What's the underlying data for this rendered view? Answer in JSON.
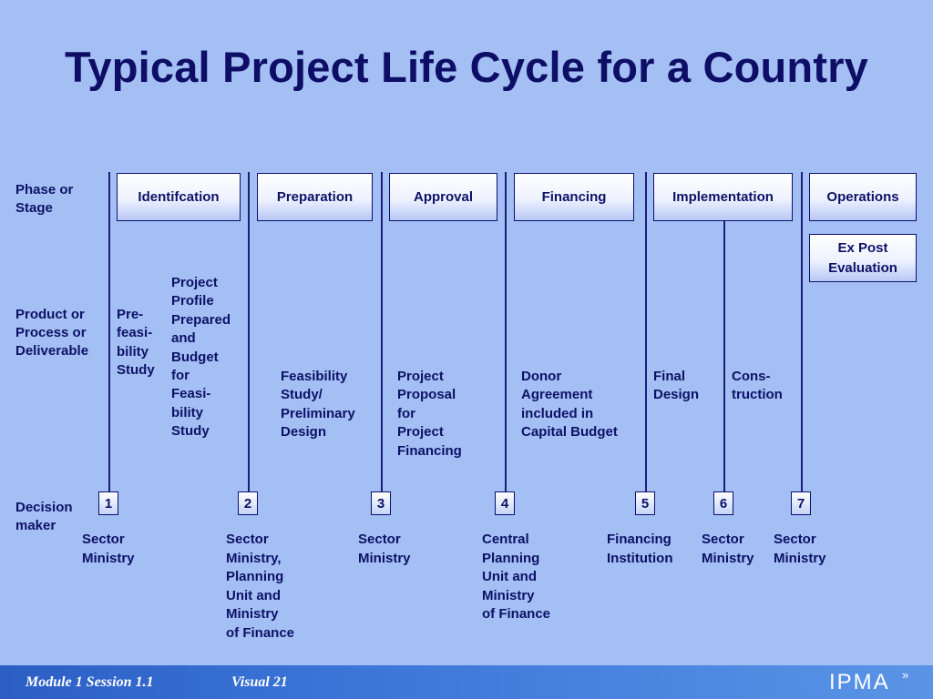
{
  "title": "Typical Project Life Cycle for a Country",
  "row_labels": {
    "phase": "Phase or\nStage",
    "product": "Product or\nProcess or\nDeliverable",
    "decision": "Decision\nmaker"
  },
  "phases": [
    "Identifcation",
    "Preparation",
    "Approval",
    "Financing",
    "Implementation",
    "Operations"
  ],
  "ex_post": "Ex Post\nEvaluation",
  "products": [
    "Pre-\nfeasi-\nbility\nStudy",
    "Project\nProfile\nPrepared\nand\nBudget\nfor\nFeasi-\nbility\nStudy",
    "Feasibility\nStudy/\nPreliminary\nDesign",
    "Project\nProposal\nfor\nProject\nFinancing",
    "Donor\nAgreement\nincluded in\nCapital Budget",
    "Final\nDesign",
    "Cons-\ntruction"
  ],
  "decision_points": [
    "1",
    "2",
    "3",
    "4",
    "5",
    "6",
    "7"
  ],
  "decision_makers": [
    "Sector\nMinistry",
    "Sector\nMinistry,\nPlanning\nUnit and\nMinistry\nof Finance",
    "Sector\nMinistry",
    "Central\nPlanning\nUnit and\nMinistry\nof Finance",
    "Financing\nInstitution",
    "Sector\nMinistry",
    "Sector\nMinistry"
  ],
  "footer": {
    "module": "Module 1  Session 1.1",
    "visual": "Visual 21",
    "logo": "IPMA",
    "logo_mark": "»"
  },
  "colors": {
    "background": "#a4bff4",
    "text": "#0d1166",
    "footer": "#3a74d6"
  }
}
